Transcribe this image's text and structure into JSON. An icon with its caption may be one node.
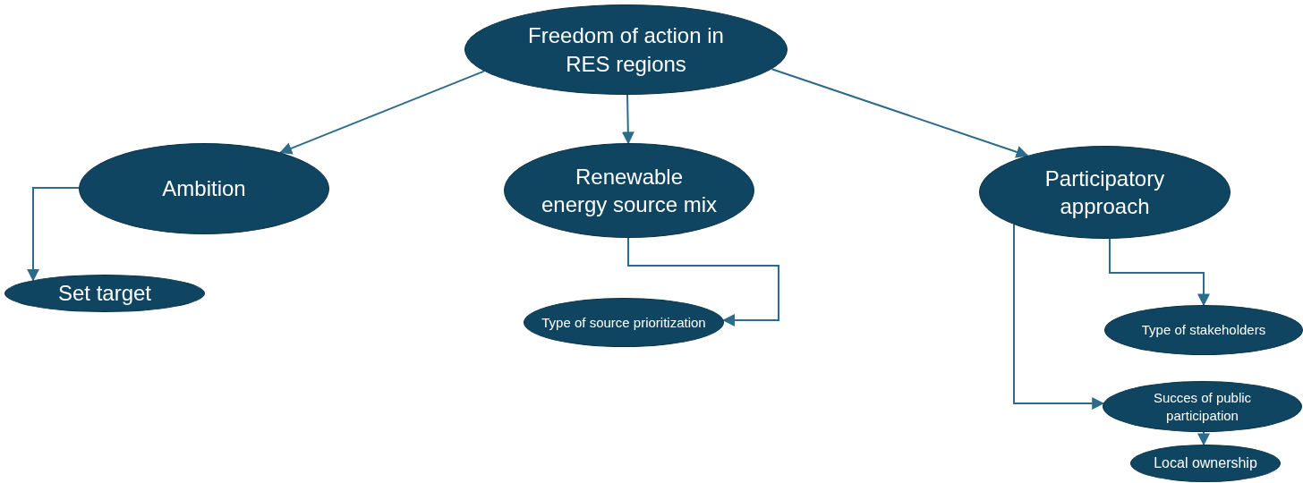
{
  "diagram": {
    "nodes": [
      {
        "text": [
          "Freedom of action in RES regions"
        ]
      },
      {
        "text": [
          "Ambition"
        ]
      },
      {
        "text": [
          "Renewable energy source mix"
        ]
      },
      {
        "text": [
          "Participatory approach"
        ]
      },
      {
        "text": [
          "Set target"
        ]
      },
      {
        "text": [
          "Type of source prioritization"
        ]
      },
      {
        "text": [
          "Type of stakeholders"
        ]
      },
      {
        "text": [
          "Succes of public participation"
        ]
      },
      {
        "text": [
          "Local ownership"
        ]
      }
    ],
    "edges": [
      {
        "from": 0,
        "to": 1,
        "arrow": "to"
      },
      {
        "from": 0,
        "to": 2,
        "arrow": "to"
      },
      {
        "from": 0,
        "to": 3,
        "arrow": "to"
      },
      {
        "from": 1,
        "to": 4,
        "arrow": "to"
      },
      {
        "from": 2,
        "to": 5,
        "arrow": "to"
      },
      {
        "from": 3,
        "to": 6,
        "arrow": "to"
      },
      {
        "from": 3,
        "to": 7,
        "arrow": "to"
      },
      {
        "from": 7,
        "to": 8,
        "arrow": "to"
      }
    ]
  }
}
